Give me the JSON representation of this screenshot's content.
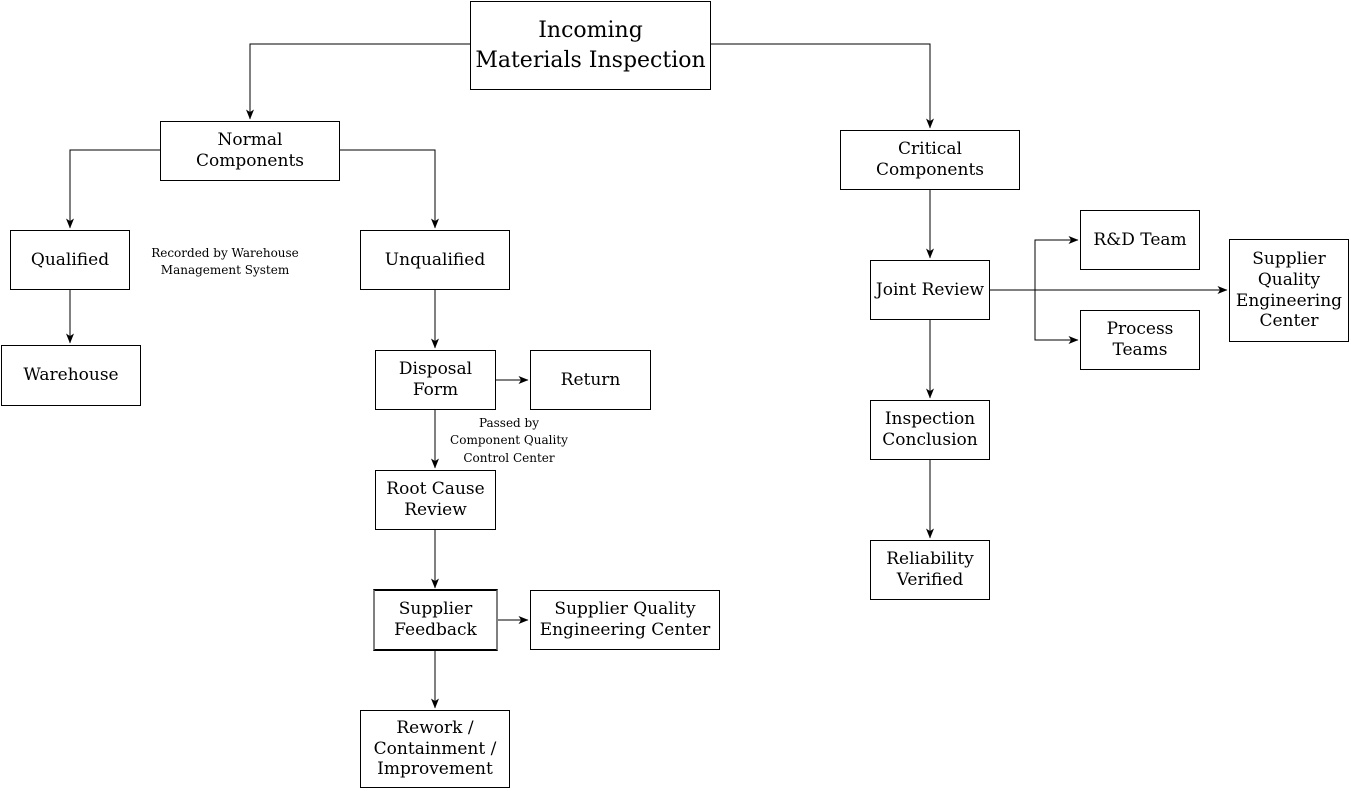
{
  "nodes": {
    "title": "Incoming\nMaterials Inspection",
    "normal": "Normal Components",
    "critical": "Critical Components",
    "qualified": "Qualified",
    "unqualified": "Unqualified",
    "warehouse": "Warehouse",
    "disposal_form": "Disposal\nForm",
    "return": "Return",
    "root_cause": "Root Cause\nReview",
    "supplier_feedback": "Supplier\nFeedback",
    "sqec_mid": "Supplier Quality\nEngineering Center",
    "rework": "Rework /\nContainment /\nImprovement",
    "joint_review": "Joint Review",
    "rd_team": "R&D Team",
    "process_teams": "Process\nTeams",
    "sqec_right": "Supplier\nQuality\nEngineering\nCenter",
    "inspection_conclusion": "Inspection\nConclusion",
    "reliability_verified": "Reliability\nVerified"
  },
  "annotations": {
    "recorded_by": "Recorded by Warehouse\nManagement System",
    "passed_by": "Passed by\nComponent Quality\nControl Center"
  },
  "edges": [
    {
      "from": "title",
      "to": "normal"
    },
    {
      "from": "title",
      "to": "critical"
    },
    {
      "from": "normal",
      "to": "qualified"
    },
    {
      "from": "normal",
      "to": "unqualified"
    },
    {
      "from": "qualified",
      "to": "warehouse"
    },
    {
      "from": "unqualified",
      "to": "disposal_form"
    },
    {
      "from": "disposal_form",
      "to": "return"
    },
    {
      "from": "disposal_form",
      "to": "root_cause"
    },
    {
      "from": "root_cause",
      "to": "supplier_feedback"
    },
    {
      "from": "supplier_feedback",
      "to": "sqec_mid"
    },
    {
      "from": "supplier_feedback",
      "to": "rework"
    },
    {
      "from": "critical",
      "to": "joint_review"
    },
    {
      "from": "joint_review",
      "to": "rd_team"
    },
    {
      "from": "joint_review",
      "to": "sqec_right"
    },
    {
      "from": "joint_review",
      "to": "process_teams"
    },
    {
      "from": "joint_review",
      "to": "inspection_conclusion"
    },
    {
      "from": "inspection_conclusion",
      "to": "reliability_verified"
    }
  ],
  "colors": {
    "line": "#000000",
    "box_border": "#000000",
    "special_border": "#7f7f7f",
    "text": "#000000",
    "background": "#ffffff"
  }
}
